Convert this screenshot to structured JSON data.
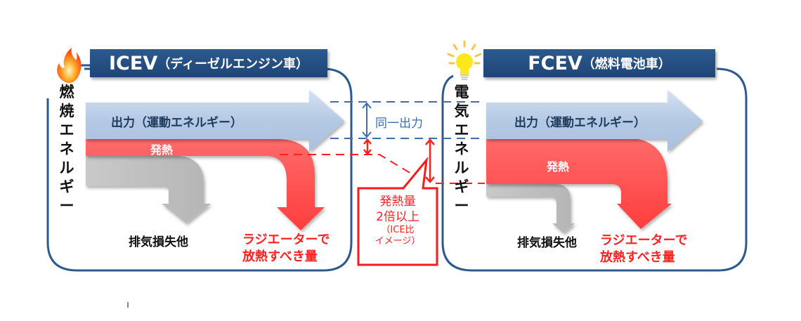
{
  "colors": {
    "frame": "#2c5a8f",
    "output_arrow": "#b8cde6",
    "heat": "#ff4d4d",
    "loss": "#bdbdbd",
    "dash_blue": "#3a6fb0",
    "dash_red": "#ff2020",
    "callout": "#ff1a1a"
  },
  "icev": {
    "icon": "flame-icon",
    "title_main": "ICEV",
    "title_sub": "（ディーゼルエンジン車）",
    "input_label_chars": [
      "燃",
      "焼",
      "エ",
      "ネ",
      "ル",
      "ギ",
      "ー"
    ],
    "output_label": "出力（運動エネルギー）",
    "heat_label": "発熱",
    "loss_label": "排気損失他",
    "radiator_label_line1": "ラジエーターで",
    "radiator_label_line2": "放熱すべき量"
  },
  "fcev": {
    "icon": "lightbulb-icon",
    "title_main": "FCEV",
    "title_sub": "（燃料電池車）",
    "input_label_chars": [
      "電",
      "気",
      "エ",
      "ネ",
      "ル",
      "ギ",
      "ー"
    ],
    "output_label": "出力（運動エネルギー）",
    "heat_label": "発熱",
    "loss_label": "排気損失他",
    "radiator_label_line1": "ラジエーターで",
    "radiator_label_line2": "放熱すべき量"
  },
  "middle": {
    "same_output_label": "同一出力",
    "callout_line1": "発熱量",
    "callout_line2": "2倍以上",
    "callout_line3": "（ICE比",
    "callout_line4": "イメージ）"
  }
}
